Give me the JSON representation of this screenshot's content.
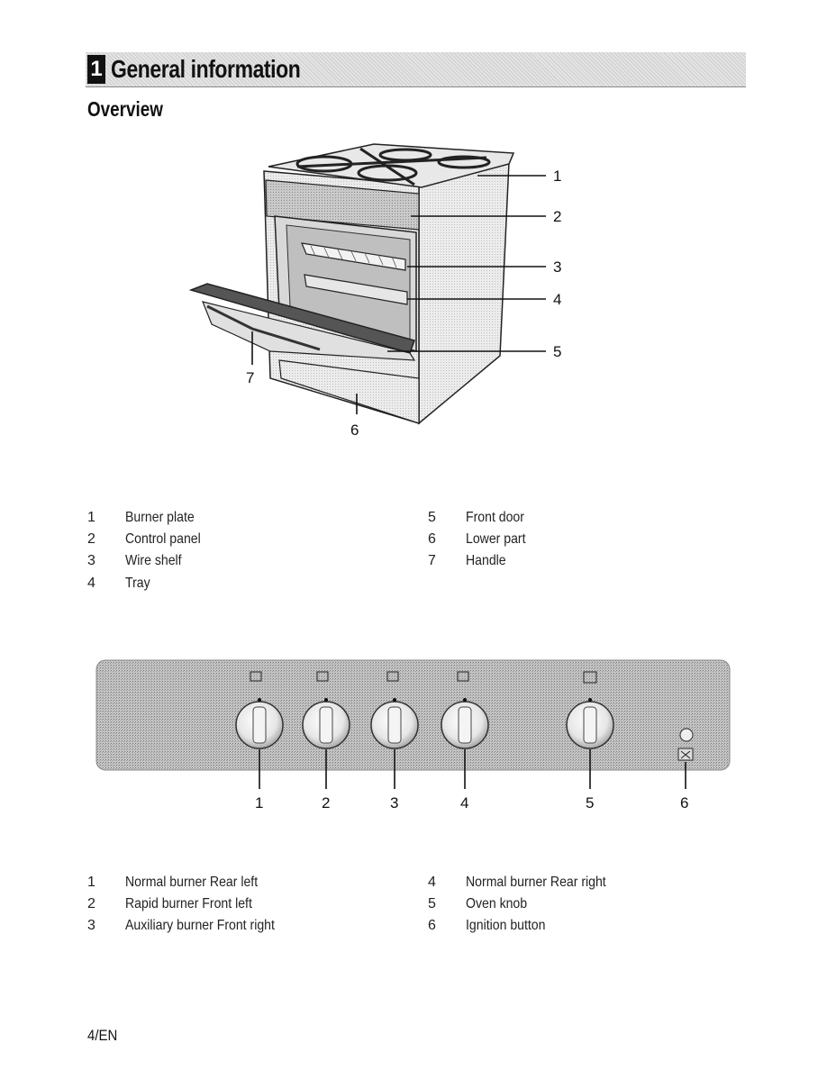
{
  "chapter": {
    "number": "1",
    "title": "General information"
  },
  "section": {
    "title": "Overview"
  },
  "figure1": {
    "callouts": [
      "1",
      "2",
      "3",
      "4",
      "5",
      "6",
      "7"
    ],
    "legend_left": [
      {
        "num": "1",
        "label": "Burner plate"
      },
      {
        "num": "2",
        "label": "Control panel"
      },
      {
        "num": "3",
        "label": "Wire shelf"
      },
      {
        "num": "4",
        "label": "Tray"
      }
    ],
    "legend_right": [
      {
        "num": "5",
        "label": "Front door"
      },
      {
        "num": "6",
        "label": "Lower part"
      },
      {
        "num": "7",
        "label": "Handle"
      }
    ]
  },
  "figure2": {
    "callouts": [
      "1",
      "2",
      "3",
      "4",
      "5",
      "6"
    ],
    "legend_left": [
      {
        "num": "1",
        "label": "Normal burner Rear left"
      },
      {
        "num": "2",
        "label": "Rapid burner Front left"
      },
      {
        "num": "3",
        "label": "Auxiliary burner Front right"
      }
    ],
    "legend_right": [
      {
        "num": "4",
        "label": "Normal burner Rear right"
      },
      {
        "num": "5",
        "label": "Oven knob"
      },
      {
        "num": "6",
        "label": "Ignition button"
      }
    ]
  },
  "footer": {
    "page_number": "4/EN"
  }
}
